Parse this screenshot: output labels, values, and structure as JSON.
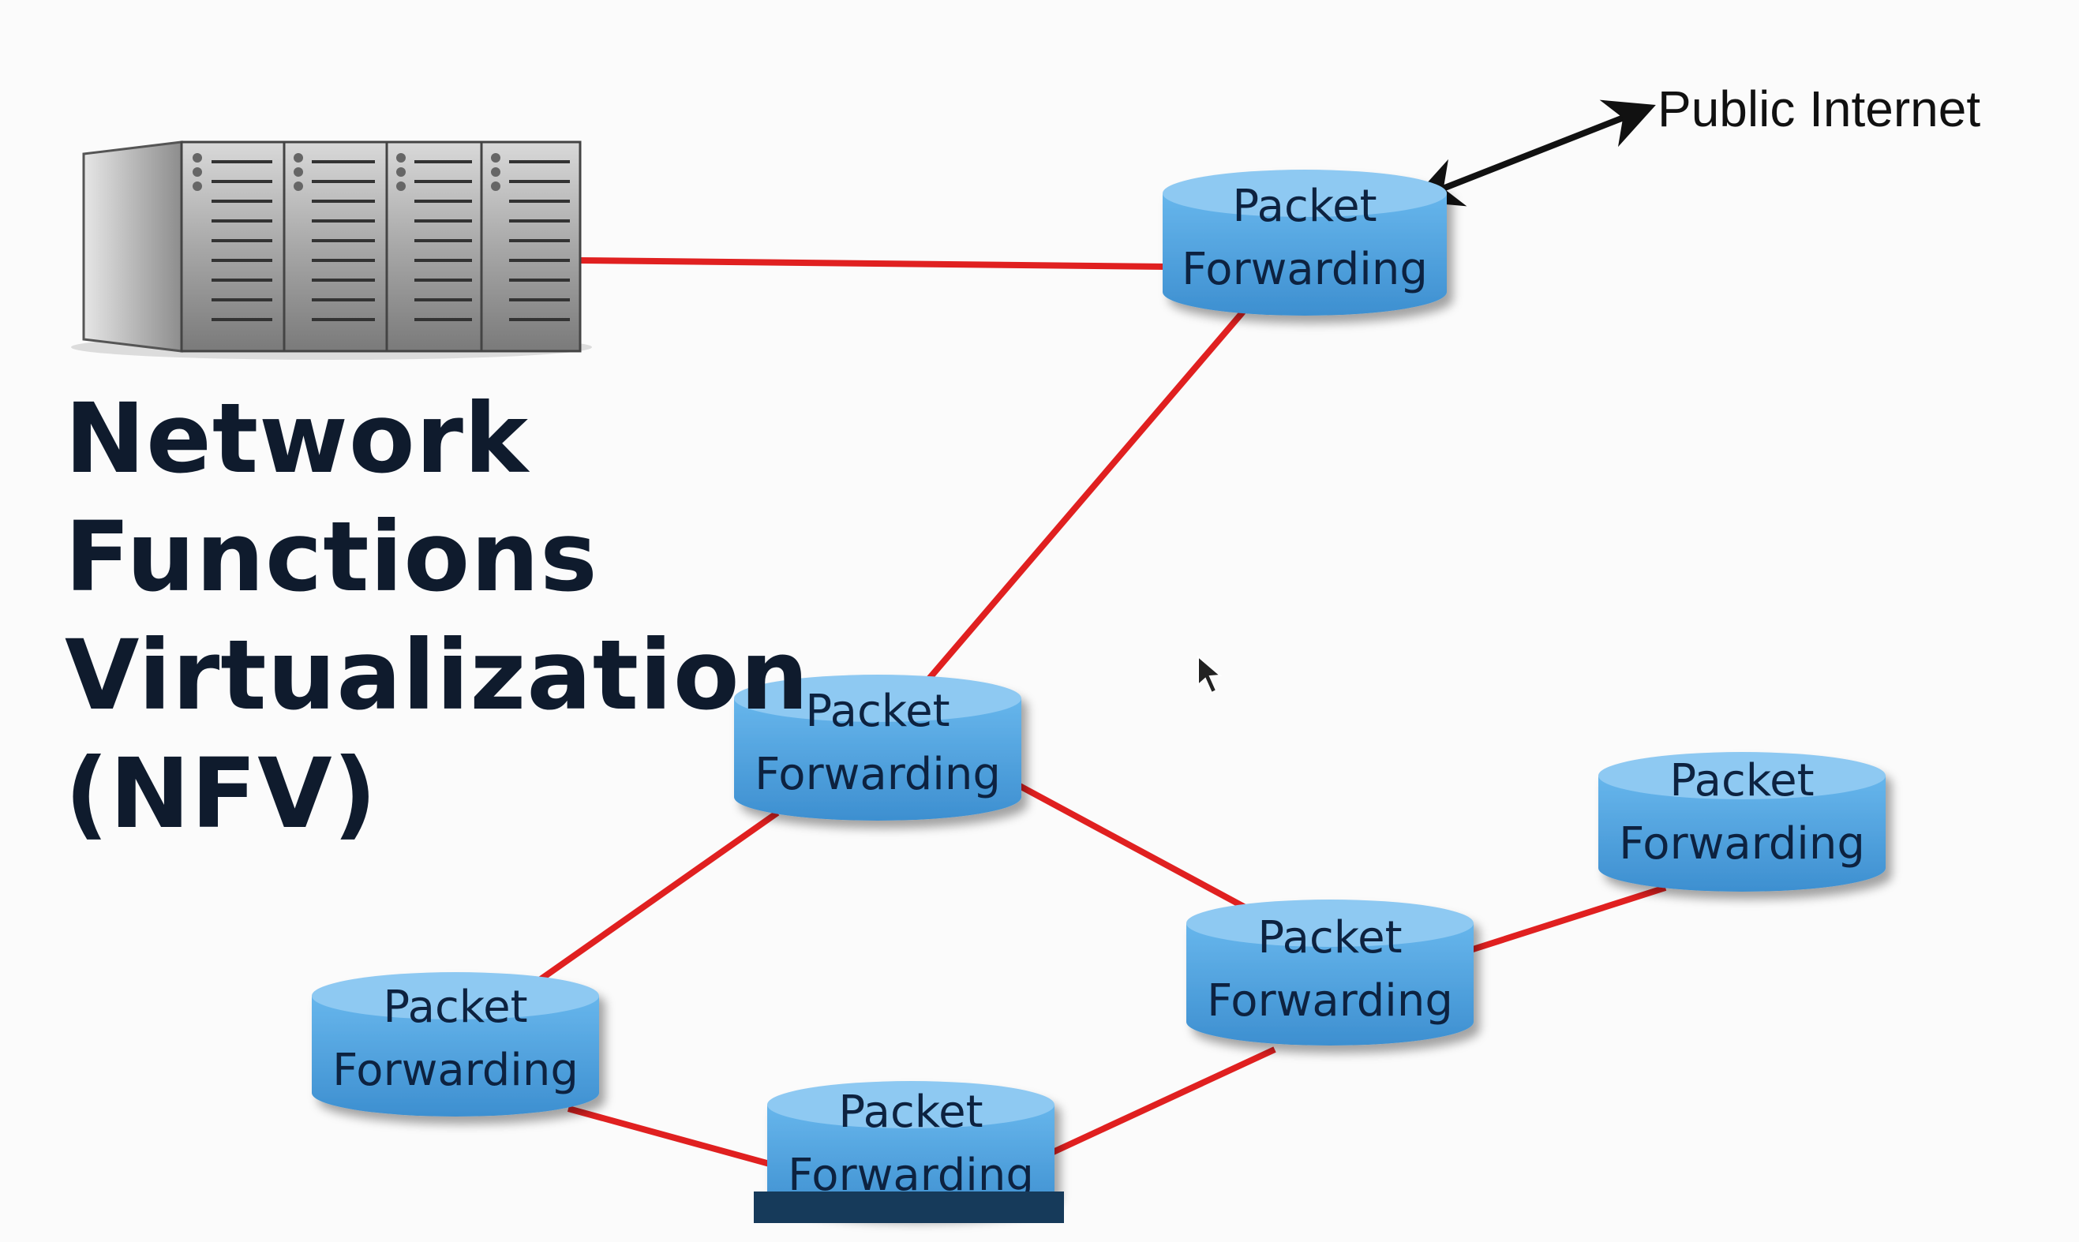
{
  "title": {
    "lines": [
      "Network",
      "Functions",
      "Virtualization",
      "(NFV)"
    ]
  },
  "external_label": "Public Internet",
  "nodes": [
    {
      "id": "n1",
      "line1": "Packet",
      "line2": "Forwarding"
    },
    {
      "id": "n2",
      "line1": "Packet",
      "line2": "Forwarding"
    },
    {
      "id": "n3",
      "line1": "Packet",
      "line2": "Forwarding"
    },
    {
      "id": "n4",
      "line1": "Packet",
      "line2": "Forwarding"
    },
    {
      "id": "n5",
      "line1": "Packet",
      "line2": "Forwarding"
    },
    {
      "id": "n6",
      "line1": "Packet",
      "line2": "Forwarding"
    }
  ],
  "links": [
    [
      "servers",
      "n1"
    ],
    [
      "n1",
      "n2"
    ],
    [
      "n2",
      "n4"
    ],
    [
      "n2",
      "n5"
    ],
    [
      "n4",
      "n6"
    ],
    [
      "n6",
      "n5"
    ],
    [
      "n5",
      "n3"
    ]
  ],
  "colors": {
    "link": "#e02020",
    "node_fill": "#5aaae4",
    "node_top": "#8ec9f2",
    "title": "#0f1b2d"
  },
  "icons": [
    "server-rack-icon",
    "cursor-icon"
  ]
}
